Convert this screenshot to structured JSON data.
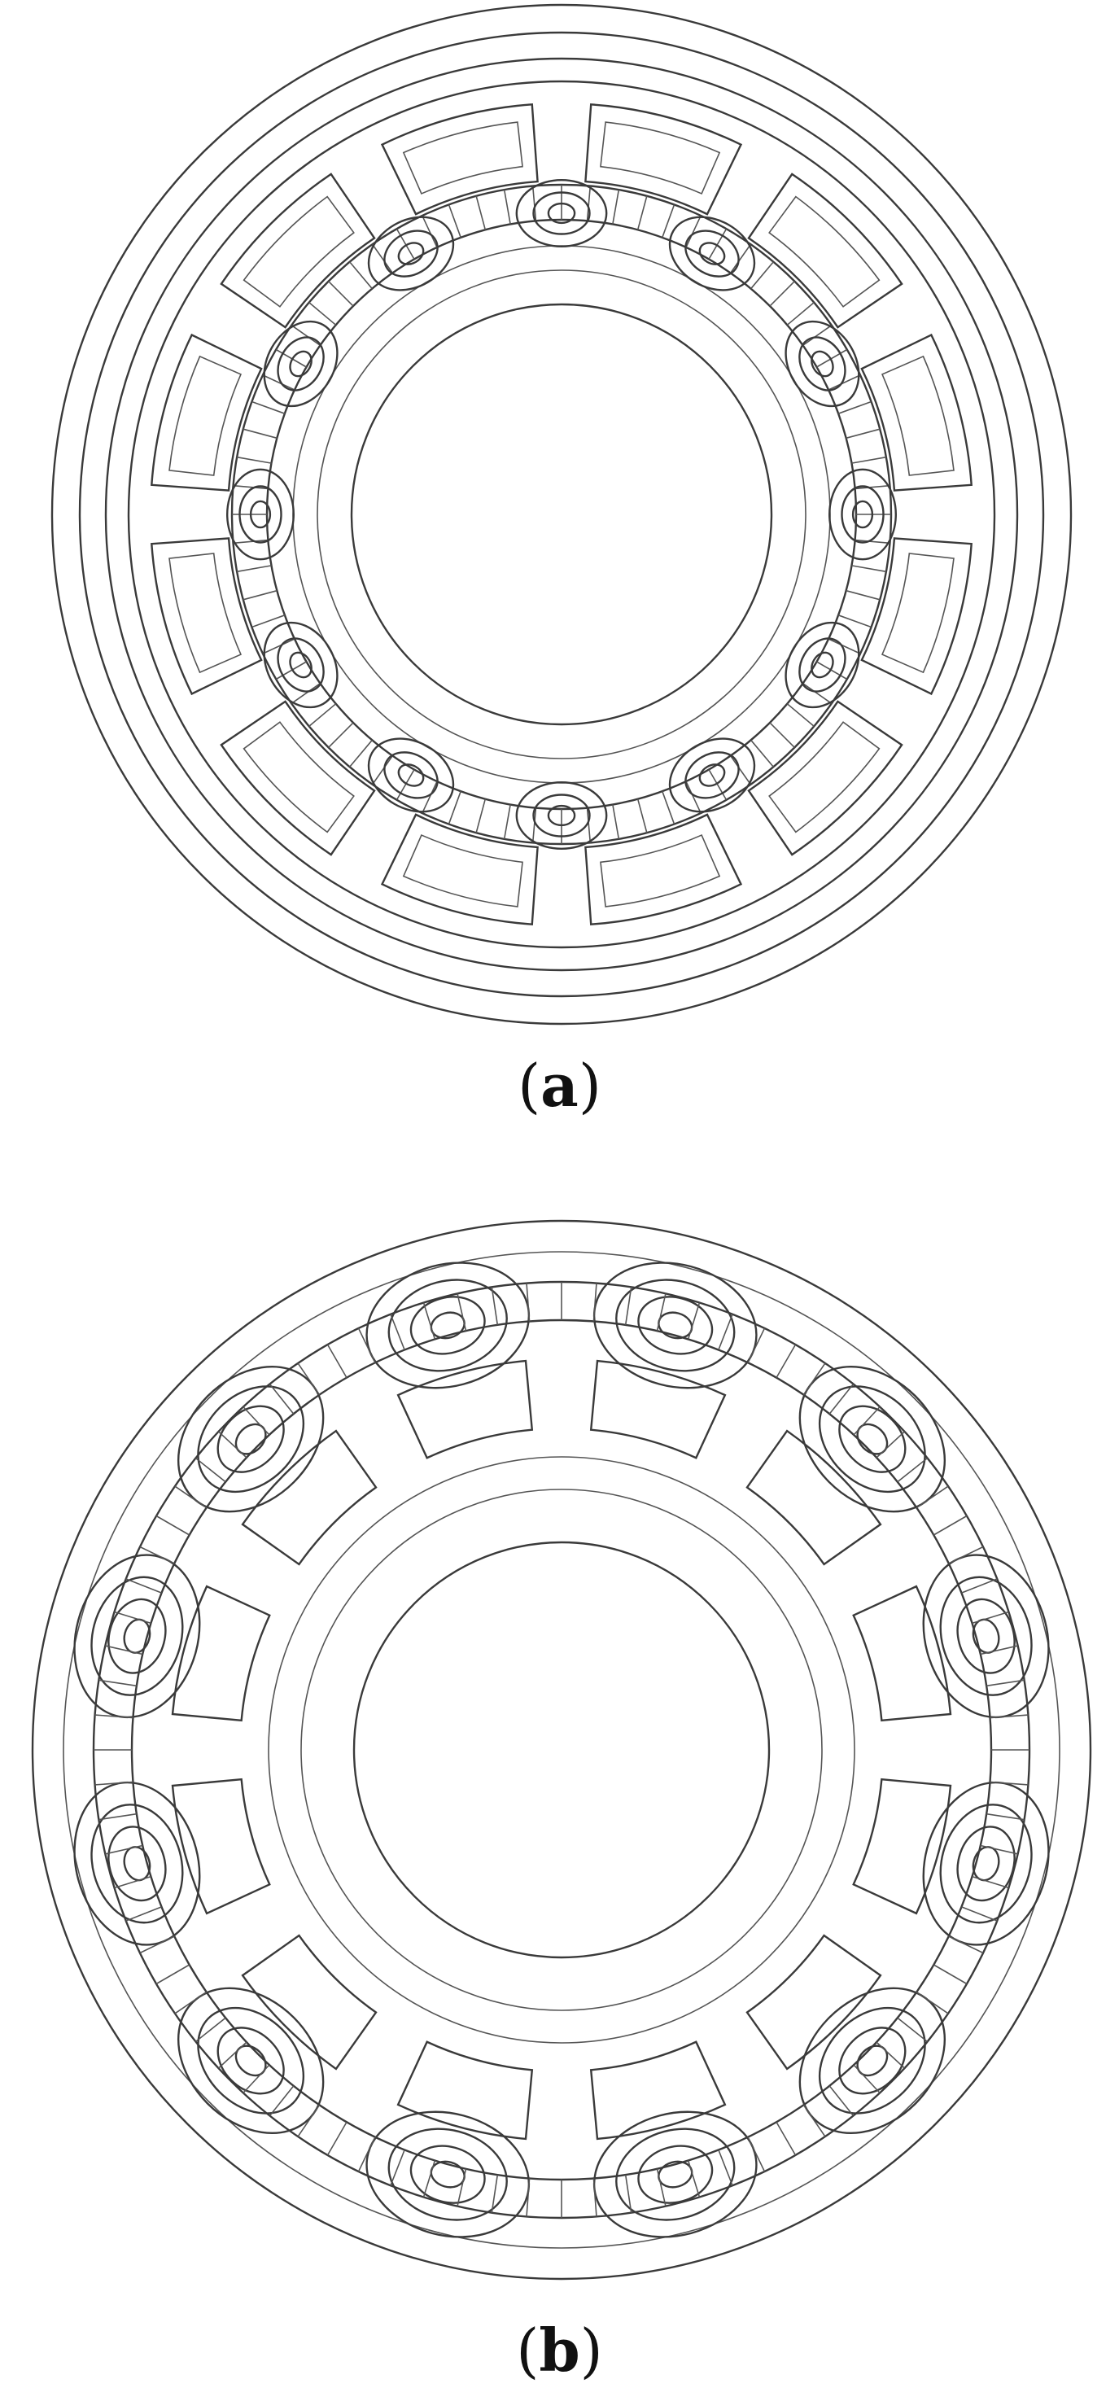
{
  "figure": {
    "panels": [
      {
        "id": "a",
        "letter": "a"
      },
      {
        "id": "b",
        "letter": "b"
      }
    ]
  }
}
